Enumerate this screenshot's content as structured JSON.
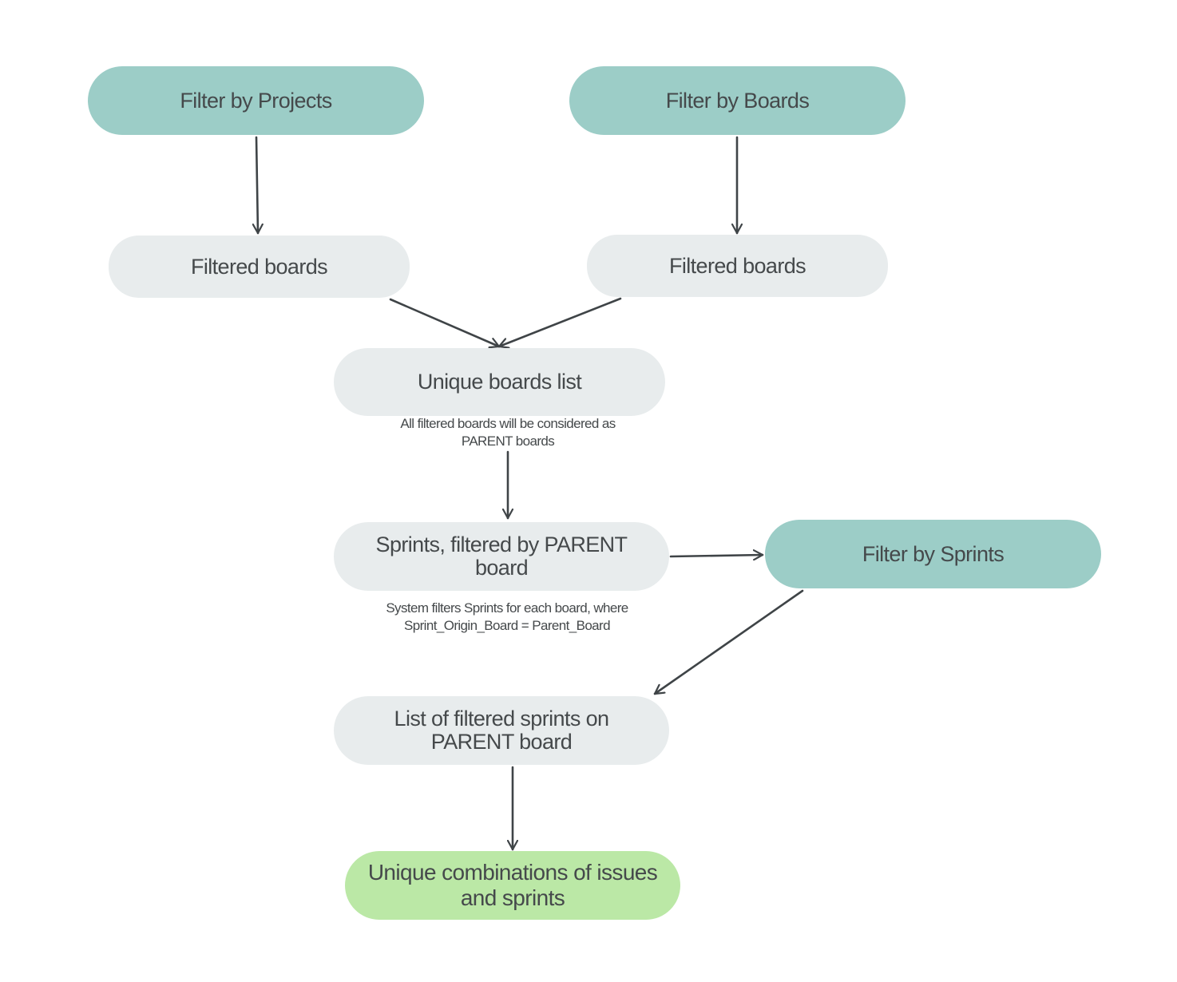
{
  "colors": {
    "filter_node": "#9ccdc7",
    "plain_node": "#e8eced",
    "result_node": "#bbe8a6",
    "text": "#45494b",
    "connector": "#3f4447"
  },
  "nodes": {
    "filter_projects": "Filter by Projects",
    "filter_boards": "Filter by Boards",
    "filtered_boards_left": "Filtered boards",
    "filtered_boards_right": "Filtered boards",
    "unique_boards": "Unique boards list",
    "sprints_parent": "Sprints, filtered by PARENT board",
    "filter_sprints": "Filter by Sprints",
    "list_sprints": "List of filtered sprints on PARENT board",
    "unique_combinations": "Unique combinations of issues and sprints"
  },
  "notes": {
    "parent_boards": "All filtered boards will be considered as PARENT boards",
    "system_filters": "System filters Sprints for each board, where Sprint_Origin_Board = Parent_Board"
  },
  "edges": [
    {
      "from": "filter_projects",
      "to": "filtered_boards_left"
    },
    {
      "from": "filter_boards",
      "to": "filtered_boards_right"
    },
    {
      "from": "filtered_boards_left",
      "to": "unique_boards"
    },
    {
      "from": "filtered_boards_right",
      "to": "unique_boards"
    },
    {
      "from": "unique_boards",
      "to": "sprints_parent"
    },
    {
      "from": "sprints_parent",
      "to": "filter_sprints"
    },
    {
      "from": "filter_sprints",
      "to": "list_sprints"
    },
    {
      "from": "list_sprints",
      "to": "unique_combinations"
    }
  ]
}
